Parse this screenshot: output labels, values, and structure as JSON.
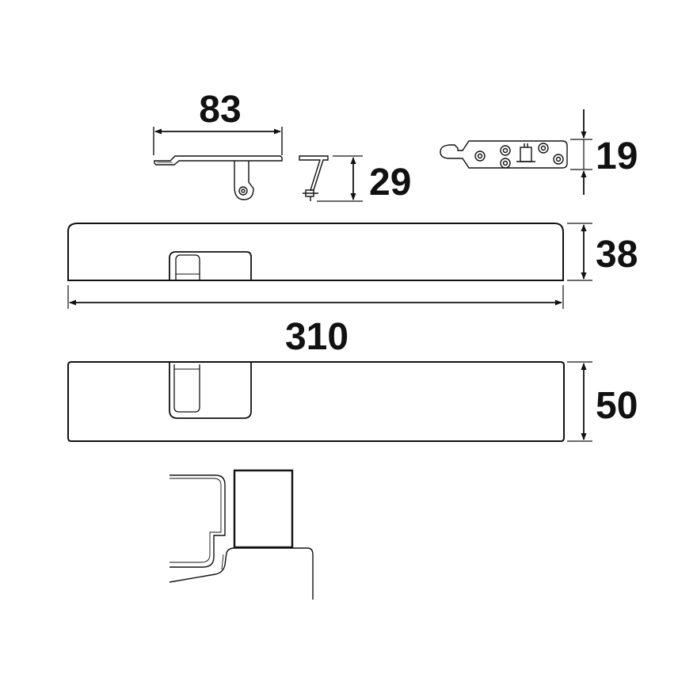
{
  "dimensions": {
    "arm_length": "83",
    "arm_height": "29",
    "bracket_height": "19",
    "housing_height": "38",
    "housing_length": "310",
    "housing_depth": "50"
  },
  "colors": {
    "stroke": "#111111",
    "background": "#ffffff"
  }
}
